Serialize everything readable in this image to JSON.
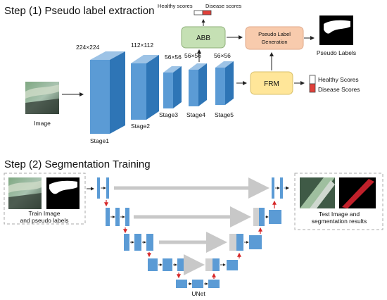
{
  "section1": {
    "title": "Step (1) Pseudo label extraction",
    "input_label": "Image",
    "stage_labels": [
      "Stage1",
      "Stage2",
      "Stage3",
      "Stage4",
      "Stage5"
    ],
    "size_labels": [
      "224×224",
      "112×112",
      "56×56",
      "56×56",
      "56×56"
    ],
    "abb_label": "ABB",
    "frm_label": "FRM",
    "plg_label_line1": "Pseudo Label",
    "plg_label_line2": "Generation",
    "pseudo_labels_caption": "Pseudo Labels",
    "top_scores": {
      "healthy": "Healthy scores",
      "disease": "Disease scores"
    },
    "side_scores": {
      "healthy": "Healthy Scores",
      "disease": "Disease Scores"
    }
  },
  "section2": {
    "title": "Step (2) Segmentation Training",
    "train_caption_line1": "Train Image",
    "train_caption_line2": "and pseudo labels",
    "test_caption_line1": "Test Image and",
    "test_caption_line2": "segmentation results",
    "unet_label": "UNet"
  },
  "colors": {
    "block_front": "#5b9bd5",
    "block_side": "#2e75b6",
    "block_top": "#9dc3e6",
    "abb_fill": "#c5e0b4",
    "frm_fill": "#ffe699",
    "plg_fill": "#f8cbad",
    "disease_red": "#e0403a",
    "arrow_red": "#d62728"
  }
}
